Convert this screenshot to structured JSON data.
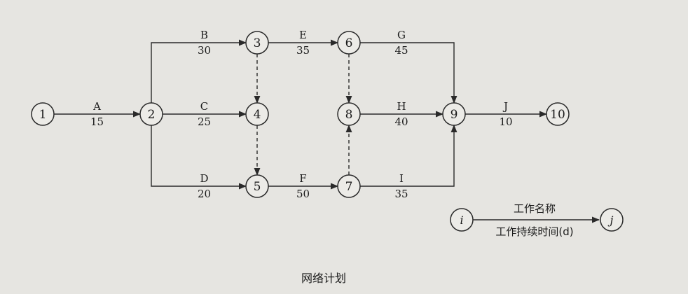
{
  "nodes": [
    {
      "id": "1",
      "label": "1"
    },
    {
      "id": "2",
      "label": "2"
    },
    {
      "id": "3",
      "label": "3"
    },
    {
      "id": "4",
      "label": "4"
    },
    {
      "id": "5",
      "label": "5"
    },
    {
      "id": "6",
      "label": "6"
    },
    {
      "id": "7",
      "label": "7"
    },
    {
      "id": "8",
      "label": "8"
    },
    {
      "id": "9",
      "label": "9"
    },
    {
      "id": "10",
      "label": "10"
    }
  ],
  "activities": [
    {
      "from": "1",
      "to": "2",
      "name": "A",
      "duration": "15"
    },
    {
      "from": "2",
      "to": "3",
      "name": "B",
      "duration": "30"
    },
    {
      "from": "2",
      "to": "4",
      "name": "C",
      "duration": "25"
    },
    {
      "from": "2",
      "to": "5",
      "name": "D",
      "duration": "20"
    },
    {
      "from": "3",
      "to": "6",
      "name": "E",
      "duration": "35"
    },
    {
      "from": "5",
      "to": "7",
      "name": "F",
      "duration": "50"
    },
    {
      "from": "6",
      "to": "9",
      "name": "G",
      "duration": "45"
    },
    {
      "from": "8",
      "to": "9",
      "name": "H",
      "duration": "40"
    },
    {
      "from": "7",
      "to": "9",
      "name": "I",
      "duration": "35"
    },
    {
      "from": "9",
      "to": "10",
      "name": "J",
      "duration": "10"
    }
  ],
  "dummies": [
    {
      "from": "3",
      "to": "4"
    },
    {
      "from": "4",
      "to": "5"
    },
    {
      "from": "6",
      "to": "8"
    },
    {
      "from": "7",
      "to": "8"
    }
  ],
  "legend": {
    "start_node": "i",
    "end_node": "j",
    "name_label": "工作名称",
    "duration_label": "工作持续时间(d)"
  },
  "caption": "网络计划"
}
